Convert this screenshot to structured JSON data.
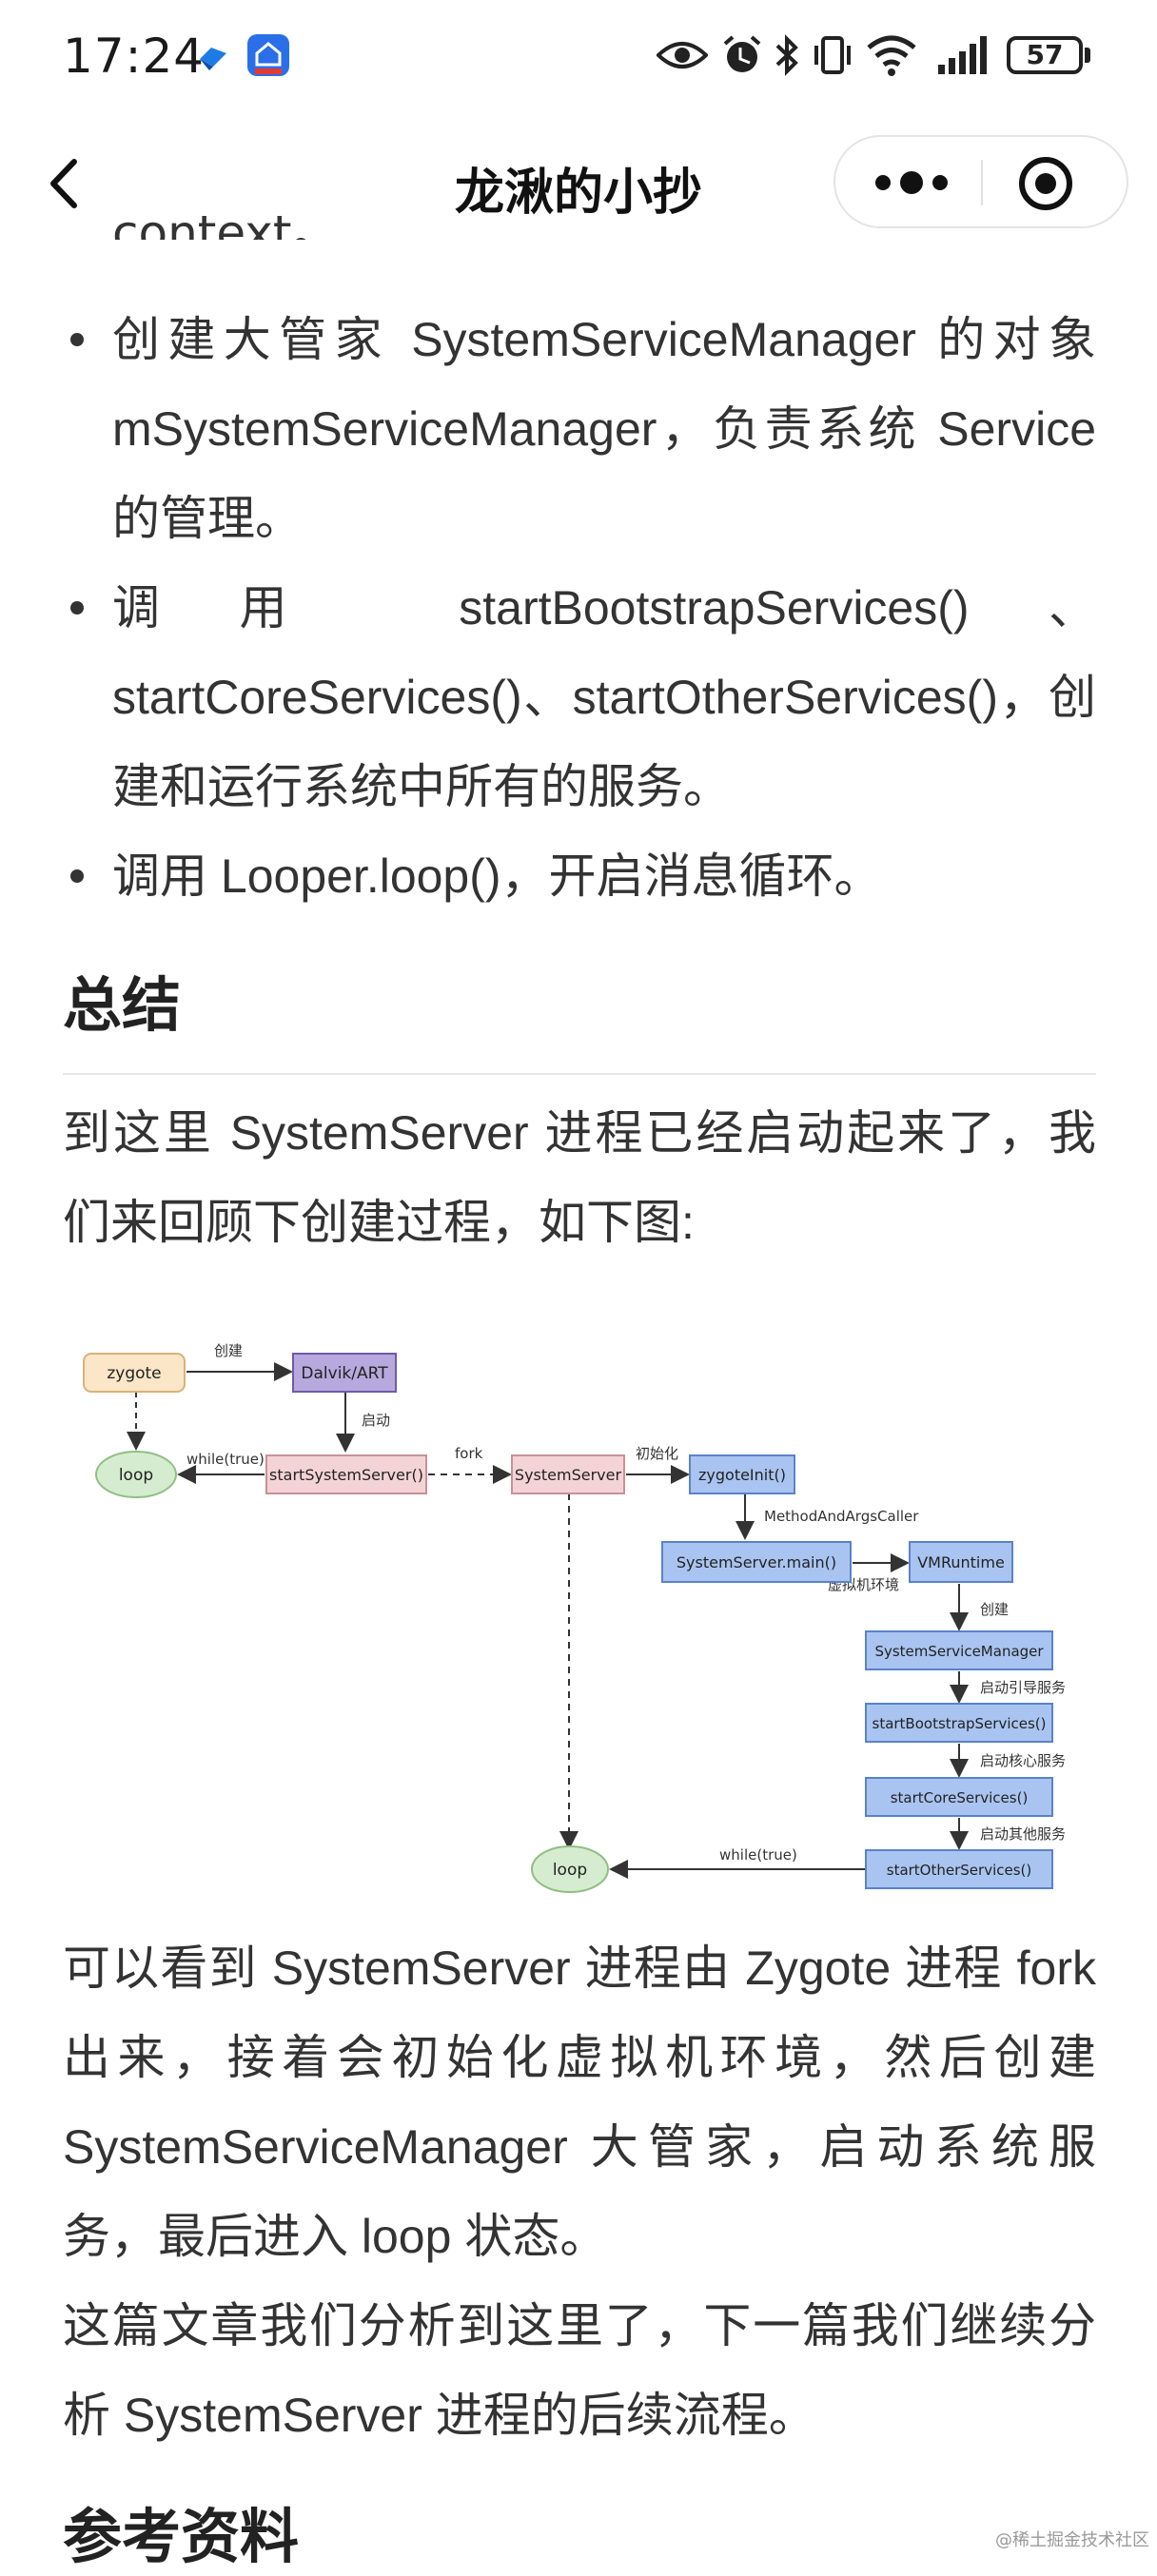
{
  "status_bar": {
    "time": "17:24",
    "battery": "57",
    "icons": [
      "app-badge-icon",
      "app-badge-icon-2",
      "eye-icon",
      "alarm-icon",
      "bluetooth-icon",
      "vibrate-icon",
      "wifi-icon",
      "signal-icon",
      "battery-icon"
    ]
  },
  "nav": {
    "title": "龙湫的小抄",
    "back_icon": "chevron-left-icon",
    "more_icon": "more-dots-icon",
    "close_icon": "target-circle-icon"
  },
  "article": {
    "cut_line": "context。",
    "bullets": [
      "创建大管家 SystemServiceManager 的对象 mSystemServiceManager，负责系统 Service 的管理。",
      "调用 startBootstrapServices()、startCoreServices()、startOtherServices()，创建和运行系统中所有的服务。",
      "调用 Looper.loop()，开启消息循环。"
    ],
    "summary_heading": "总结",
    "summary_intro": "到这里 SystemServer 进程已经启动起来了，我们来回顾下创建过程，如下图:",
    "summary_after": "可以看到 SystemServer 进程由 Zygote 进程 fork 出来，接着会初始化虚拟机环境，然后创建 SystemServiceManager 大管家，启动系统服务，最后进入 loop 状态。",
    "closing": "这篇文章我们分析到这里了，下一篇我们继续分析 SystemServer 进程的后续流程。",
    "refs_heading": "参考资料"
  },
  "diagram": {
    "nodes": {
      "zygote": "zygote",
      "dalvik": "Dalvik/ART",
      "loop1": "loop",
      "start_system_server": "startSystemServer()",
      "system_server": "SystemServer",
      "zygote_init": "zygoteInit()",
      "system_server_main": "SystemServer.main()",
      "vm_runtime": "VMRuntime",
      "ssm": "SystemServiceManager",
      "bootstrap": "startBootstrapServices()",
      "core": "startCoreServices()",
      "other": "startOtherServices()",
      "loop2": "loop"
    },
    "edges": {
      "create": "创建",
      "start": "启动",
      "while_true_1": "while(true)",
      "fork": "fork",
      "init": "初始化",
      "method_args_caller": "MethodAndArgsCaller",
      "vm_env": "虚拟机环境",
      "create2": "创建",
      "boot_services": "启动引导服务",
      "core_services": "启动核心服务",
      "other_services": "启动其他服务",
      "while_true_2": "while(true)"
    }
  },
  "watermark": "@稀土掘金技术社区"
}
